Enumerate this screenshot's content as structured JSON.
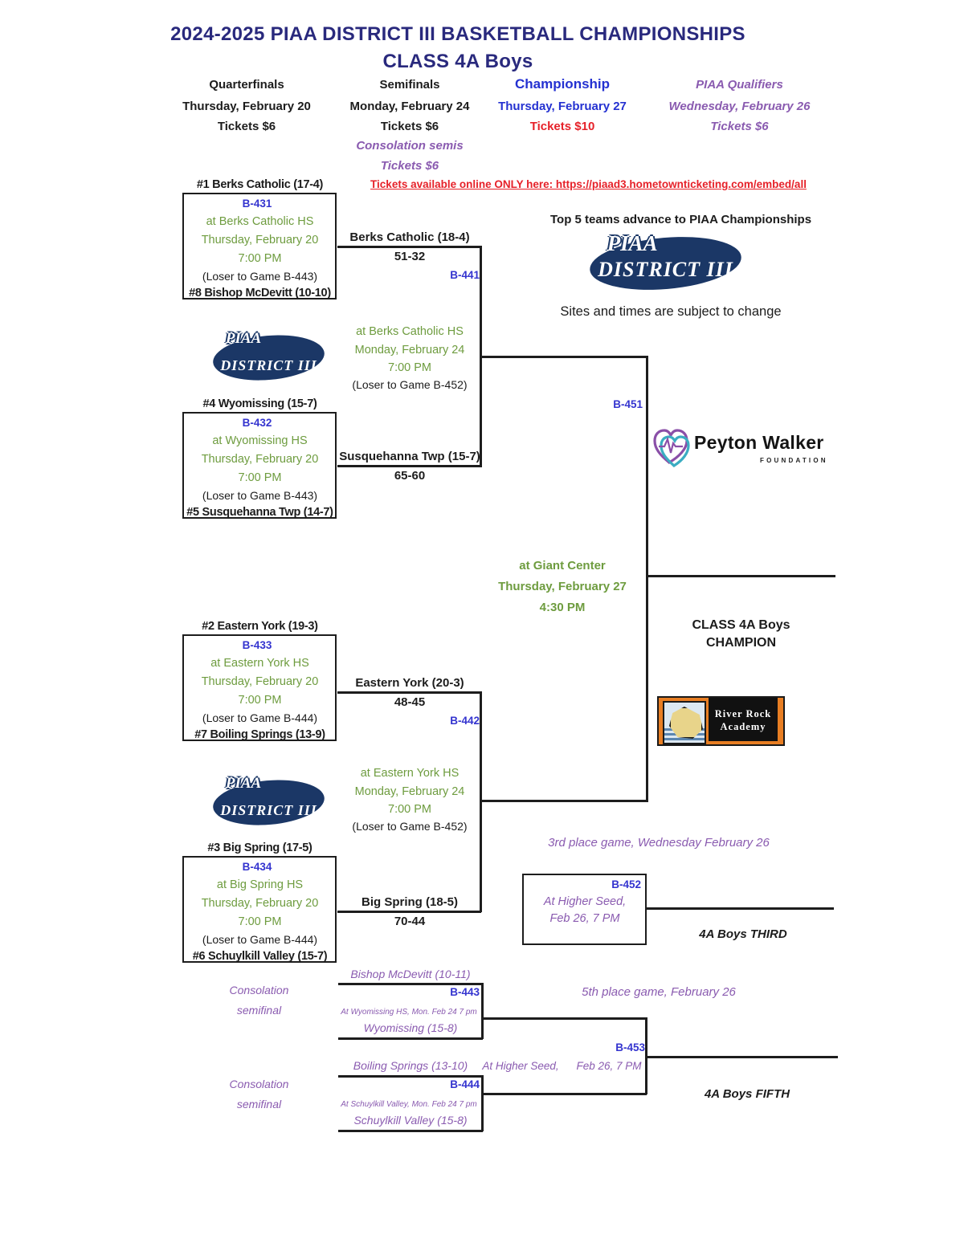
{
  "header": {
    "title1": "2024-2025 PIAA DISTRICT III BASKETBALL CHAMPIONSHIPS",
    "title2": "CLASS 4A Boys",
    "columns": [
      {
        "label": "Quarterfinals",
        "date": "Thursday, February 20",
        "tickets": "Tickets $6"
      },
      {
        "label": "Semifinals",
        "date": "Monday, February 24",
        "tickets": "Tickets $6",
        "extra1": "Consolation semis",
        "extra2": "Tickets $6"
      },
      {
        "label": "Championship",
        "date": "Thursday, February 27",
        "tickets": "Tickets $10"
      },
      {
        "label": "PIAA Qualifiers",
        "date": "Wednesday, February 26",
        "tickets": "Tickets $6"
      }
    ],
    "ticket_link": "Tickets available online ONLY here: https://piaad3.hometownticketing.com/embed/all"
  },
  "notes": {
    "advance": "Top 5 teams advance to PIAA Championships",
    "subject_to_change": "Sites and times are subject to change"
  },
  "logos": {
    "piaa_line1": "PIAA",
    "piaa_line2": "DISTRICT III",
    "peyton_name": "Peyton Walker",
    "peyton_sub": "FOUNDATION",
    "riverrock_line1": "River Rock",
    "riverrock_line2": "Academy"
  },
  "quarterfinals": [
    {
      "id": "B-431",
      "top": "#1 Berks Catholic (17-4)",
      "bottom": "#8 Bishop McDevitt (10-10)",
      "site": "at Berks Catholic HS",
      "date": "Thursday, February 20",
      "time": "7:00 PM",
      "loser": "(Loser to Game B-443)"
    },
    {
      "id": "B-432",
      "top": "#4 Wyomissing (15-7)",
      "bottom": "#5 Susquehanna Twp (14-7)",
      "site": "at Wyomissing HS",
      "date": "Thursday, February 20",
      "time": "7:00 PM",
      "loser": "(Loser to Game B-443)"
    },
    {
      "id": "B-433",
      "top": "#2 Eastern York (19-3)",
      "bottom": "#7 Boiling Springs (13-9)",
      "site": "at Eastern York HS",
      "date": "Thursday, February 20",
      "time": "7:00 PM",
      "loser": "(Loser to Game B-444)"
    },
    {
      "id": "B-434",
      "top": "#3 Big Spring (17-5)",
      "bottom": "#6 Schuylkill Valley (15-7)",
      "site": "at Big Spring HS",
      "date": "Thursday, February 20",
      "time": "7:00 PM",
      "loser": "(Loser to Game B-444)"
    }
  ],
  "semifinals": [
    {
      "id": "B-441",
      "winner_top": "Berks Catholic (18-4)",
      "score_top": "51-32",
      "winner_bottom": "Susquehanna Twp (15-7)",
      "score_bottom": "65-60",
      "site": "at Berks Catholic HS",
      "date": "Monday, February 24",
      "time": "7:00 PM",
      "loser": "(Loser to Game B-452)"
    },
    {
      "id": "B-442",
      "winner_top": "Eastern York (20-3)",
      "score_top": "48-45",
      "winner_bottom": "Big Spring (18-5)",
      "score_bottom": "70-44",
      "site": "at Eastern York HS",
      "date": "Monday, February 24",
      "time": "7:00 PM",
      "loser": "(Loser to Game B-452)"
    }
  ],
  "championship": {
    "id": "B-451",
    "site": "at Giant Center",
    "date": "Thursday, February 27",
    "time": "4:30 PM",
    "champion_label1": "CLASS 4A Boys",
    "champion_label2": "CHAMPION"
  },
  "third_place": {
    "header": "3rd place game, Wednesday February 26",
    "id": "B-452",
    "line1": "At Higher Seed,",
    "line2": "Feb 26, 7 PM",
    "result_label": "4A Boys THIRD"
  },
  "fifth_place": {
    "header": "5th place game, February 26",
    "id": "B-453",
    "line1": "At Higher Seed,",
    "line2": "Feb 26, 7 PM",
    "result_label": "4A Boys FIFTH"
  },
  "consolations": [
    {
      "label1": "Consolation",
      "label2": "semifinal",
      "id": "B-443",
      "top": "Bishop McDevitt (10-11)",
      "site": "At Wyomissing HS, Mon. Feb 24 7 pm",
      "bottom": "Wyomissing (15-8)"
    },
    {
      "label1": "Consolation",
      "label2": "semifinal",
      "id": "B-444",
      "top": "Boiling Springs (13-10)",
      "site": "At Schuylkill Valley, Mon. Feb 24 7 pm",
      "bottom": "Schuylkill Valley (15-8)"
    }
  ],
  "colors": {
    "title_navy": "#29297D",
    "site_green": "#6E9C3F",
    "game_id_blue": "#3434CF",
    "championship_blue": "#2431D1",
    "ticket_red": "#E62129",
    "consolation_purple": "#8A5BB0",
    "riverrock_orange": "#E87E23",
    "piaa_navy": "#1B3766"
  }
}
